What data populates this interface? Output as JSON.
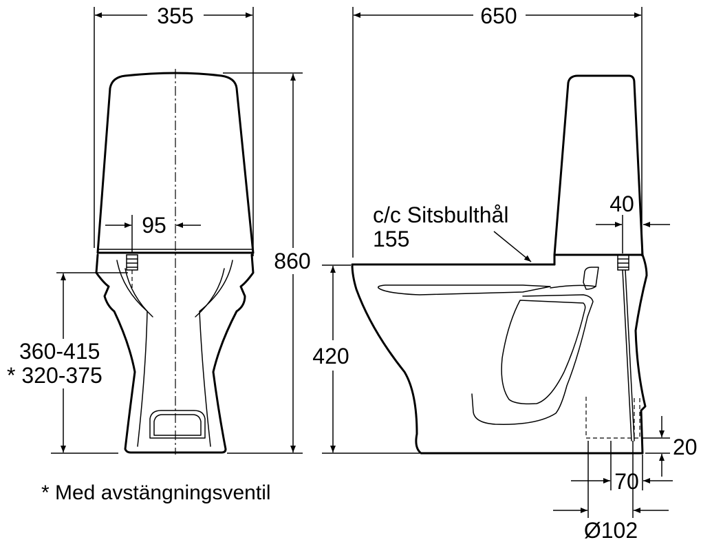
{
  "dimensions": {
    "front_width": "355",
    "side_length": "650",
    "total_height": "860",
    "seat_height": "420",
    "bolt_spacing_half": "95",
    "tank_offset": "40",
    "floor_clearance": "20",
    "outlet_offset": "70",
    "outlet_diameter": "Ø102",
    "inlet_range": "360-415",
    "inlet_range_valve": "* 320-375"
  },
  "labels": {
    "seat_bolt_label": "c/c Sitsbulthål",
    "seat_bolt_value": "155",
    "footnote": "* Med avstängningsventil"
  }
}
